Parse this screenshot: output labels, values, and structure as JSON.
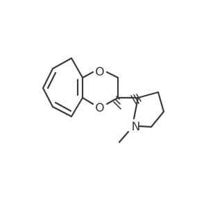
{
  "molecule": {
    "atoms": {
      "oxygen_top": "O",
      "oxygen_bottom": "O",
      "nitrogen": "N"
    }
  },
  "colors": {
    "bond": "#3a3a3a",
    "background": "#ffffff"
  }
}
